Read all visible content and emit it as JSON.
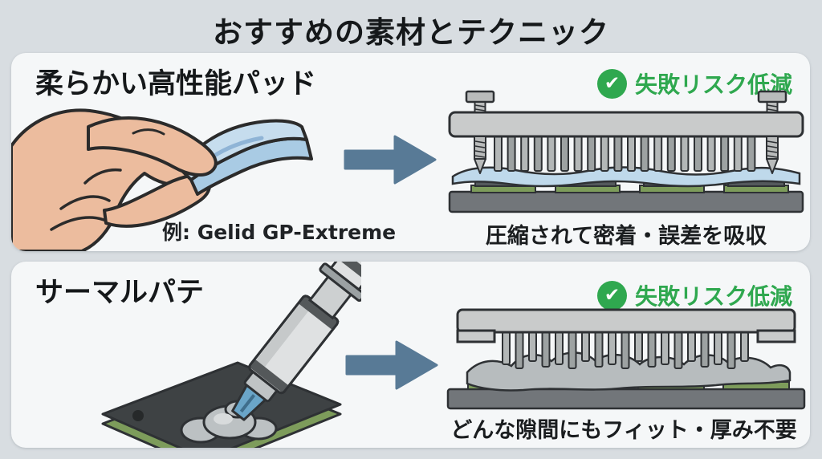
{
  "title": "おすすめの素材とテクニック",
  "badge": {
    "label": "失敗リスク低減",
    "check_glyph": "✔"
  },
  "sections": [
    {
      "heading": "柔らかい高性能パッド",
      "example": "例: Gelid GP-Extreme",
      "caption": "圧縮されて密着・誤差を吸収",
      "illustration_left": "hand-holding-soft-blue-thermal-pad",
      "illustration_right": "heatsink-screwed-down-compressing-blue-pad-over-chips"
    },
    {
      "heading": "サーマルパテ",
      "example": "",
      "caption": "どんな隙間にもフィット・厚み不要",
      "illustration_left": "syringe-applying-gray-putty-on-chip",
      "illustration_right": "heatsink-with-putty-filling-all-gaps-over-chips"
    }
  ],
  "icons": [
    "check-icon",
    "arrow-right-icon"
  ],
  "palette": {
    "background": "#d8dde1",
    "panel": "#f5f7f8",
    "text": "#15181a",
    "success_green": "#2fa84f",
    "arrow_blue_gray": "#587a96",
    "pad_blue": "#bfd9eb",
    "skin": "#ecbc9e",
    "heatsink_metal": "#c9cbcb",
    "putty_gray": "#b7bcbe",
    "pcb_green": "#7d9c5b",
    "base_board": "#72767a"
  }
}
